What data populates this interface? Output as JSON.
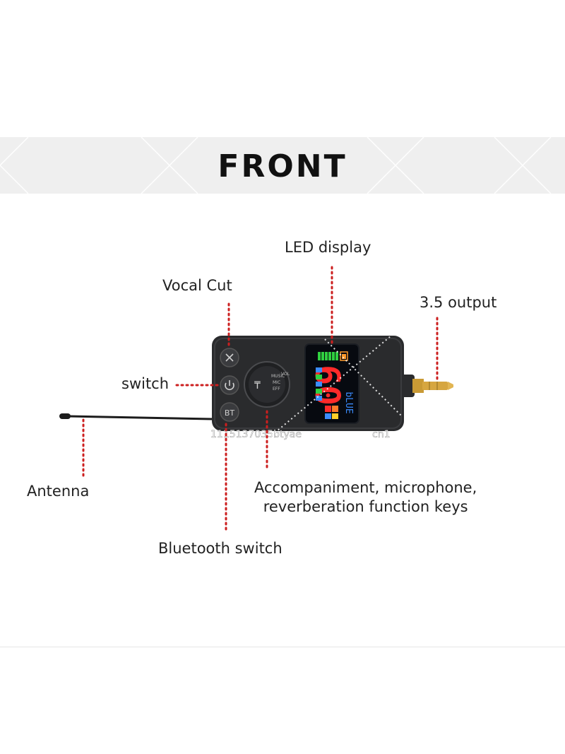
{
  "title": "FRONT",
  "labels": {
    "vocal_cut": "Vocal Cut",
    "led_display": "LED display",
    "output": "3.5 output",
    "switch": "switch",
    "antenna": "Antenna",
    "function_keys_line1": "Accompaniment, microphone,",
    "function_keys_line2": "reverberation function keys",
    "bluetooth_switch": "Bluetooth switch"
  },
  "device": {
    "bt_button": "BT",
    "knob_labels": [
      "MUSIC",
      "MIC",
      "EFF",
      "VOL"
    ],
    "display_number": "60",
    "display_text": "bLUE"
  },
  "watermark": "1115137035btyae",
  "watermark_right": "cn1",
  "colors": {
    "leader_dots": "#cc1f1f",
    "device_body": "#2a2b2d",
    "display_red": "#ff2a2a",
    "display_blue": "#3b8cff",
    "display_green": "#30d040",
    "jack_gold": "#d6a640"
  }
}
